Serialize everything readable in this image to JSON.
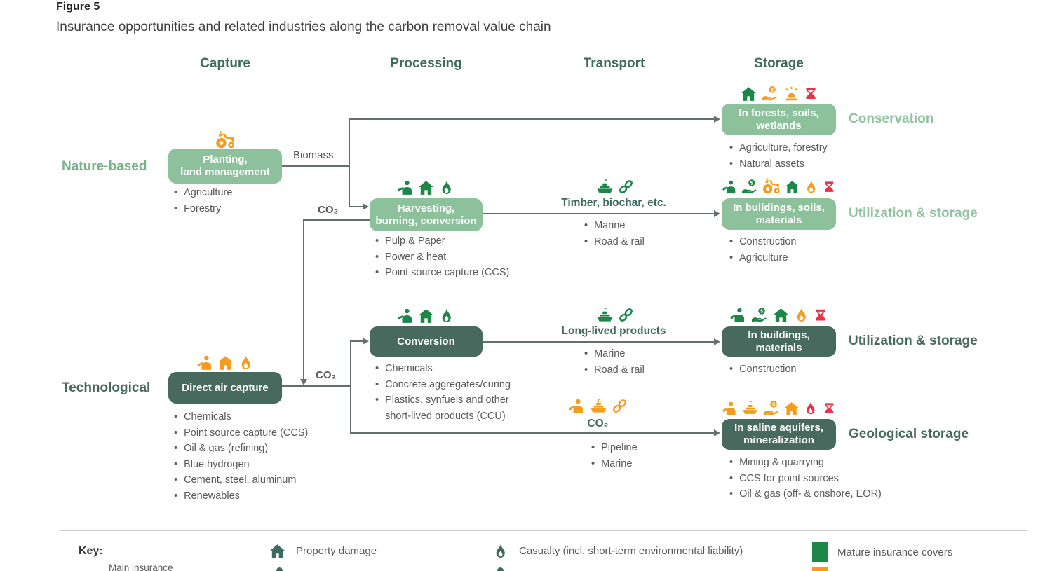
{
  "figure": {
    "label": "Figure 5",
    "title": "Insurance opportunities and related industries along the carbon removal value chain"
  },
  "columns": {
    "capture": "Capture",
    "processing": "Processing",
    "transport": "Transport",
    "storage": "Storage"
  },
  "rows": {
    "nature": "Nature-based",
    "tech": "Technological"
  },
  "flows": {
    "biomass": "Biomass",
    "co2_upper": "CO₂",
    "co2_lower": "CO₂"
  },
  "nodes": {
    "planting": {
      "title": "Planting,\nland management",
      "bullets": [
        "Agriculture",
        "Forestry"
      ],
      "icons": [
        {
          "icon": "tractor",
          "color": "orange"
        }
      ]
    },
    "forests": {
      "title": "In forests, soils,\nwetlands",
      "side_label": "Conservation",
      "bullets": [
        "Agriculture, forestry",
        "Natural assets"
      ],
      "icons": [
        {
          "icon": "house",
          "color": "green"
        },
        {
          "icon": "handcoin",
          "color": "orange"
        },
        {
          "icon": "siren",
          "color": "orange"
        },
        {
          "icon": "hourglass",
          "color": "red"
        }
      ]
    },
    "harvesting": {
      "title": "Harvesting,\nburning, conversion",
      "bullets": [
        "Pulp & Paper",
        "Power & heat",
        "Point source capture (CCS)"
      ],
      "icons": [
        {
          "icon": "worker",
          "color": "green"
        },
        {
          "icon": "house",
          "color": "green"
        },
        {
          "icon": "flame",
          "color": "green"
        }
      ]
    },
    "buildings_soils": {
      "title": "In buildings, soils,\nmaterials",
      "side_label": "Utilization & storage",
      "bullets": [
        "Construction",
        "Agriculture"
      ],
      "icons": [
        {
          "icon": "worker",
          "color": "green"
        },
        {
          "icon": "handcoin",
          "color": "green"
        },
        {
          "icon": "tractor",
          "color": "orange"
        },
        {
          "icon": "house",
          "color": "green"
        },
        {
          "icon": "flame",
          "color": "orange"
        },
        {
          "icon": "hourglass",
          "color": "red"
        }
      ]
    },
    "conversion": {
      "title": "Conversion",
      "bullets": [
        "Chemicals",
        "Concrete aggregates/curing",
        "Plastics, synfuels and other\nshort-lived products (CCU)"
      ],
      "icons": [
        {
          "icon": "worker",
          "color": "green"
        },
        {
          "icon": "house",
          "color": "green"
        },
        {
          "icon": "flame",
          "color": "green"
        }
      ]
    },
    "buildings_materials": {
      "title": "In buildings,\nmaterials",
      "side_label": "Utilization & storage",
      "bullets": [
        "Construction"
      ],
      "icons": [
        {
          "icon": "worker",
          "color": "green"
        },
        {
          "icon": "handcoin",
          "color": "green"
        },
        {
          "icon": "house",
          "color": "green"
        },
        {
          "icon": "flame",
          "color": "orange"
        },
        {
          "icon": "hourglass",
          "color": "red"
        }
      ]
    },
    "dac": {
      "title": "Direct air capture",
      "bullets": [
        "Chemicals",
        "Point source capture (CCS)",
        "Oil & gas (refining)",
        "Blue hydrogen",
        "Cement, steel, aluminum",
        "Renewables"
      ],
      "icons": [
        {
          "icon": "worker",
          "color": "orange"
        },
        {
          "icon": "house",
          "color": "orange"
        },
        {
          "icon": "flame",
          "color": "orange"
        }
      ]
    },
    "saline": {
      "title": "In saline aquifers,\nmineralization",
      "side_label": "Geological storage",
      "bullets": [
        "Mining & quarrying",
        "CCS for point sources",
        "Oil & gas (off- & onshore, EOR)"
      ],
      "icons": [
        {
          "icon": "worker",
          "color": "orange"
        },
        {
          "icon": "ship",
          "color": "orange"
        },
        {
          "icon": "handcoin",
          "color": "orange"
        },
        {
          "icon": "house",
          "color": "orange"
        },
        {
          "icon": "flame",
          "color": "red"
        },
        {
          "icon": "hourglass",
          "color": "red"
        }
      ]
    }
  },
  "transports": {
    "timber": {
      "label": "Timber, biochar, etc.",
      "bullets": [
        "Marine",
        "Road & rail"
      ],
      "icons": [
        {
          "icon": "ship",
          "color": "green"
        },
        {
          "icon": "chain",
          "color": "green"
        }
      ]
    },
    "longlived": {
      "label": "Long-lived products",
      "bullets": [
        "Marine",
        "Road & rail"
      ],
      "icons": [
        {
          "icon": "ship",
          "color": "green"
        },
        {
          "icon": "chain",
          "color": "green"
        }
      ]
    },
    "co2": {
      "label": "CO₂",
      "bullets": [
        "Pipeline",
        "Marine"
      ],
      "icons": [
        {
          "icon": "worker",
          "color": "orange"
        },
        {
          "icon": "ship",
          "color": "orange"
        },
        {
          "icon": "chain",
          "color": "orange"
        }
      ]
    }
  },
  "key": {
    "label": "Key:",
    "sub_partial": "Main insurance",
    "items": [
      {
        "label": "Property damage",
        "icons": [
          {
            "icon": "house",
            "color": "dark"
          }
        ]
      },
      {
        "label": "Casualty (incl. short-term environmental liability)",
        "icons": [
          {
            "icon": "flame",
            "color": "dark"
          }
        ]
      },
      {
        "label": "Mature insurance covers",
        "swatch": "green"
      }
    ]
  },
  "colors": {
    "light_green_box": "#8CC19C",
    "dark_green_box": "#47695E",
    "icon_green": "#1D8649",
    "icon_orange": "#F59C1F",
    "icon_red": "#E8334A",
    "heading_teal": "#3F6A5E",
    "label_light_green": "#92C3A0",
    "text_gray": "#58595B"
  }
}
